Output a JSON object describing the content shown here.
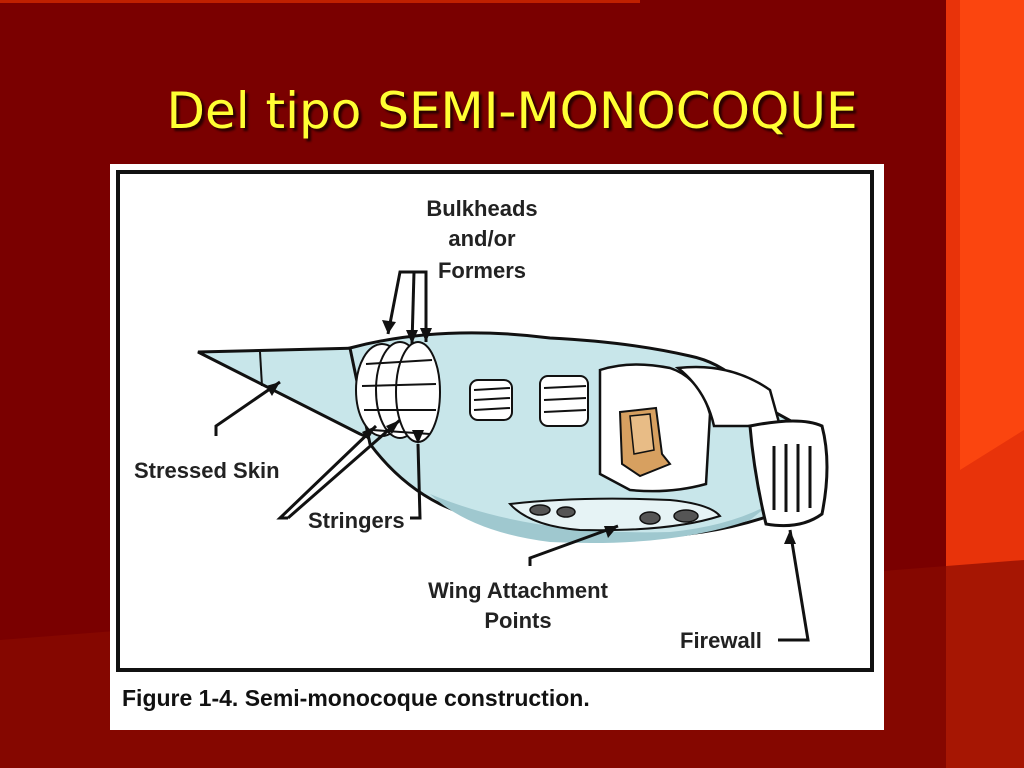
{
  "slide": {
    "title": "Del tipo SEMI-MONOCOQUE"
  },
  "figure": {
    "caption": "Figure 1-4. Semi-monocoque construction.",
    "labels": {
      "bulkheads_line1": "Bulkheads",
      "bulkheads_line2": "and/or",
      "bulkheads_line3": "Formers",
      "stressed_skin": "Stressed Skin",
      "stringers": "Stringers",
      "wing_attach_line1": "Wing Attachment",
      "wing_attach_line2": "Points",
      "firewall": "Firewall"
    }
  },
  "colors": {
    "background": "#7d0000",
    "accent_right": "#ff3d00",
    "title": "#ffff33",
    "fuselage": "#c8e6ea",
    "seat": "#d7a060"
  }
}
